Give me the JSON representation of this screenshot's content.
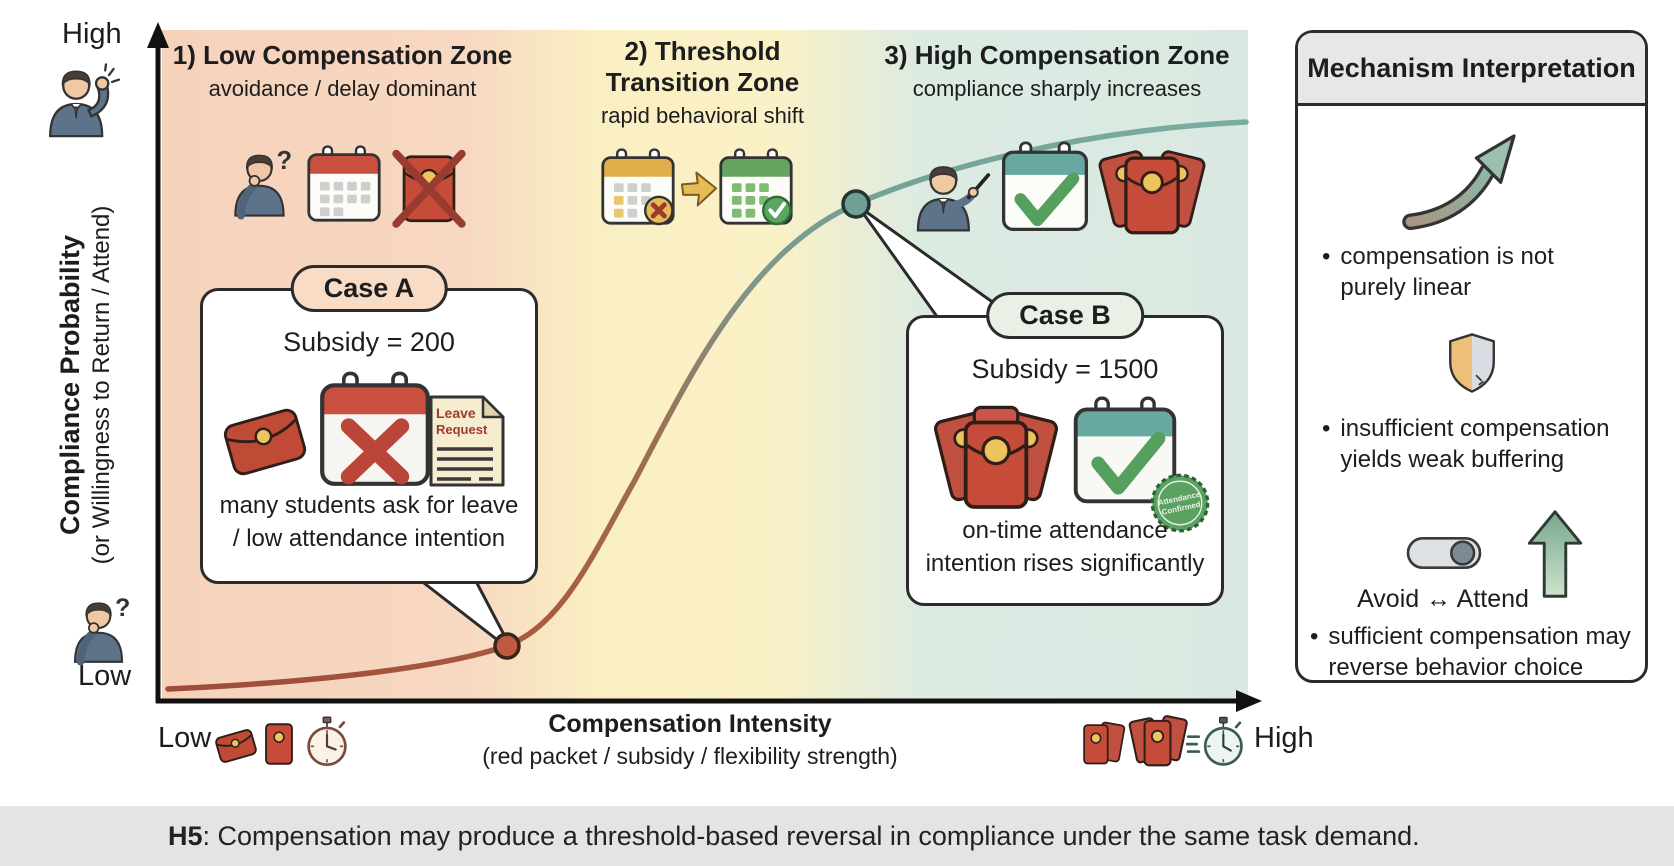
{
  "axes": {
    "y_high": "High",
    "y_low": "Low",
    "y_label_main": "Compliance Probability",
    "y_label_sub": "(or Willingness to Return / Attend)",
    "x_low": "Low",
    "x_high": "High",
    "x_label_main": "Compensation Intensity",
    "x_label_sub": "(red packet / subsidy / flexibility strength)"
  },
  "zones": {
    "zone1": {
      "title": "1) Low Compensation Zone",
      "subtitle": "avoidance / delay dominant"
    },
    "zone2": {
      "title_line1": "2) Threshold",
      "title_line2": "Transition Zone",
      "subtitle": "rapid behavioral shift"
    },
    "zone3": {
      "title": "3) High Compensation Zone",
      "subtitle": "compliance sharply increases"
    }
  },
  "cases": {
    "a": {
      "label": "Case A",
      "subsidy": "Subsidy = 200",
      "desc_line1": "many students ask for leave",
      "desc_line2": "/ low attendance intention",
      "doc_line1": "Leave",
      "doc_line2": "Request"
    },
    "b": {
      "label": "Case B",
      "subsidy": "Subsidy = 1500",
      "desc_line1": "on-time attendance",
      "desc_line2": "intention rises significantly",
      "badge_line1": "Attendance",
      "badge_line2": "Confirmed"
    }
  },
  "mechanism": {
    "title": "Mechanism Interpretation",
    "bullet1": "compensation is not purely linear",
    "bullet2": "insufficient compensation yields weak buffering",
    "bullet3": "sufficient compensation may reverse behavior choice",
    "toggle_caption": "Avoid ↔ Attend"
  },
  "footer": {
    "tag": "H5",
    "text": ": Compensation may produce a threshold-based reversal in compliance under the same task demand."
  },
  "colors": {
    "zone1_bg": "#f7d8c2",
    "zone2_bg": "#fbf1c6",
    "zone3_bg": "#d9e9e1",
    "curve_low": "#a4523a",
    "curve_high": "#75a79b",
    "packet_red": "#c64b38",
    "packet_gold": "#ecc35c",
    "check_green": "#55a05f",
    "cross_red": "#b9473c",
    "footer_bg": "#e4e4e4"
  }
}
